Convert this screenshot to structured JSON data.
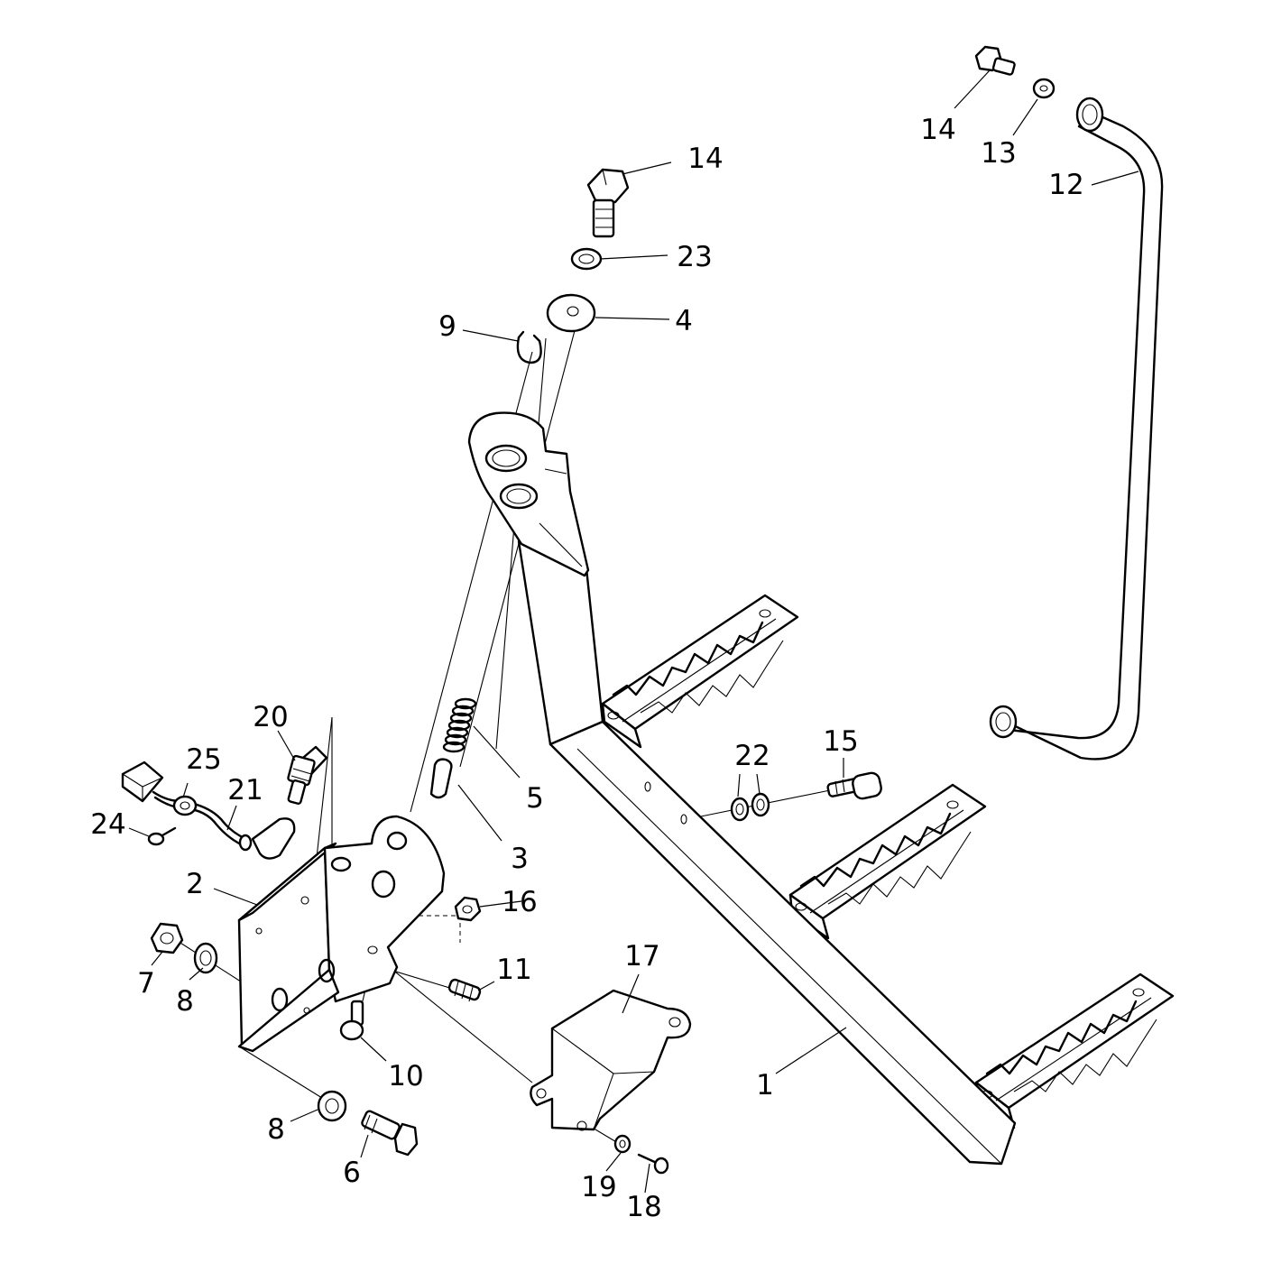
{
  "callouts": [
    {
      "id": "c14a",
      "label": "14"
    },
    {
      "id": "c23",
      "label": "23"
    },
    {
      "id": "c4",
      "label": "4"
    },
    {
      "id": "c9",
      "label": "9"
    },
    {
      "id": "c14b",
      "label": "14"
    },
    {
      "id": "c13",
      "label": "13"
    },
    {
      "id": "c12",
      "label": "12"
    },
    {
      "id": "c20",
      "label": "20"
    },
    {
      "id": "c25",
      "label": "25"
    },
    {
      "id": "c21",
      "label": "21"
    },
    {
      "id": "c24",
      "label": "24"
    },
    {
      "id": "c5",
      "label": "5"
    },
    {
      "id": "c3",
      "label": "3"
    },
    {
      "id": "c22",
      "label": "22"
    },
    {
      "id": "c15",
      "label": "15"
    },
    {
      "id": "c2",
      "label": "2"
    },
    {
      "id": "c16",
      "label": "16"
    },
    {
      "id": "c7",
      "label": "7"
    },
    {
      "id": "c8a",
      "label": "8"
    },
    {
      "id": "c11",
      "label": "11"
    },
    {
      "id": "c17",
      "label": "17"
    },
    {
      "id": "c10",
      "label": "10"
    },
    {
      "id": "c1",
      "label": "1"
    },
    {
      "id": "c8b",
      "label": "8"
    },
    {
      "id": "c6",
      "label": "6"
    },
    {
      "id": "c19",
      "label": "19"
    },
    {
      "id": "c18",
      "label": "18"
    }
  ]
}
